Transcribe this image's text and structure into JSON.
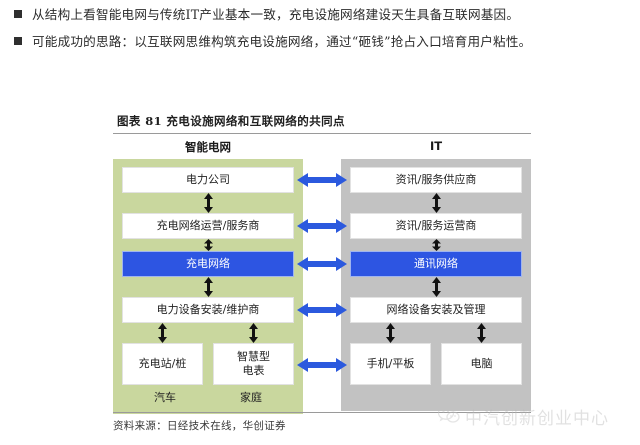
{
  "bullets": [
    "从结构上看智能电网与传统IT产业基本一致，充电设施网络建设天生具备互联网基因。",
    "可能成功的思路：以互联网思维构筑充电设施网络，通过“砸钱”抢占入口培育用户粘性。"
  ],
  "figure": {
    "title": "图表 81  充电设施网络和互联网络的共同点",
    "columns": {
      "left_header": "智能电网",
      "right_header": "IT"
    },
    "left_nodes": [
      "电力公司",
      "充电网络运营/服务商",
      "充电网络",
      "电力设备安装/维护商"
    ],
    "left_bottom_nodes": [
      "充电站/桩",
      "智慧型\n电表"
    ],
    "left_bottom_node_1": "充电站/桩",
    "left_bottom_node_2a": "智慧型",
    "left_bottom_node_2b": "电表",
    "left_foot_labels": [
      "汽车",
      "家庭"
    ],
    "left_foot_label_1": "汽车",
    "left_foot_label_2": "家庭",
    "right_nodes": [
      "资讯/服务供应商",
      "资讯/服务运营商",
      "通讯网络",
      "网络设备安装及管理"
    ],
    "right_bottom_node_1": "手机/平板",
    "right_bottom_node_2": "电脑",
    "highlight_index": 2,
    "cross_arrow_count": 5,
    "colors": {
      "left_panel": "#c9d79e",
      "right_panel": "#c2c2c2",
      "highlight": "#2d55e2",
      "arrow": "#2b59de",
      "node": "#ffffff"
    }
  },
  "source": "资料来源：日经技术在线，华创证券",
  "watermark": {
    "text": "中汽创新创业中心",
    "icon": "wechat-icon"
  }
}
